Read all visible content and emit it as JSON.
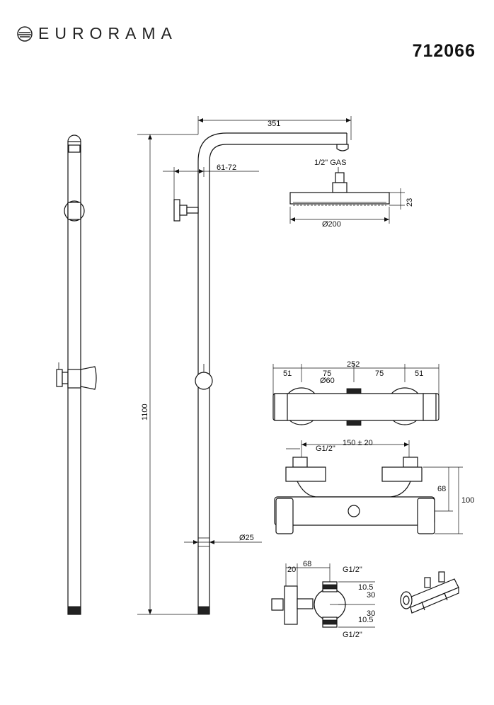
{
  "brand": {
    "name": "EURORAMA",
    "logo_icon": "eurorama-logo-icon"
  },
  "product_code": "712066",
  "dimensions": {
    "arm_length": "351",
    "pipe_offset": "61-72",
    "total_height": "1100",
    "pipe_diameter": "Ø25",
    "head_thread": "1/2\" GAS",
    "head_diameter": "Ø200",
    "head_height": "23",
    "mixer_width": "252",
    "mixer_seg_left": "51",
    "mixer_seg_mid_left": "75",
    "mixer_seg_mid_right": "75",
    "mixer_seg_right": "51",
    "knob_diameter": "Ø60",
    "inlet_spacing": "150 ± 20",
    "inlet_thread": "G1/2\"",
    "mixer_height_inner": "68",
    "mixer_height_outer": "100",
    "side_width": "68",
    "side_offset": "20",
    "side_thread_top": "G1/2\"",
    "side_thread_bottom": "G1/2\"",
    "side_a_top": "10.5",
    "side_b_top": "30",
    "side_a_bottom": "30",
    "side_b_bottom": "10.5"
  }
}
